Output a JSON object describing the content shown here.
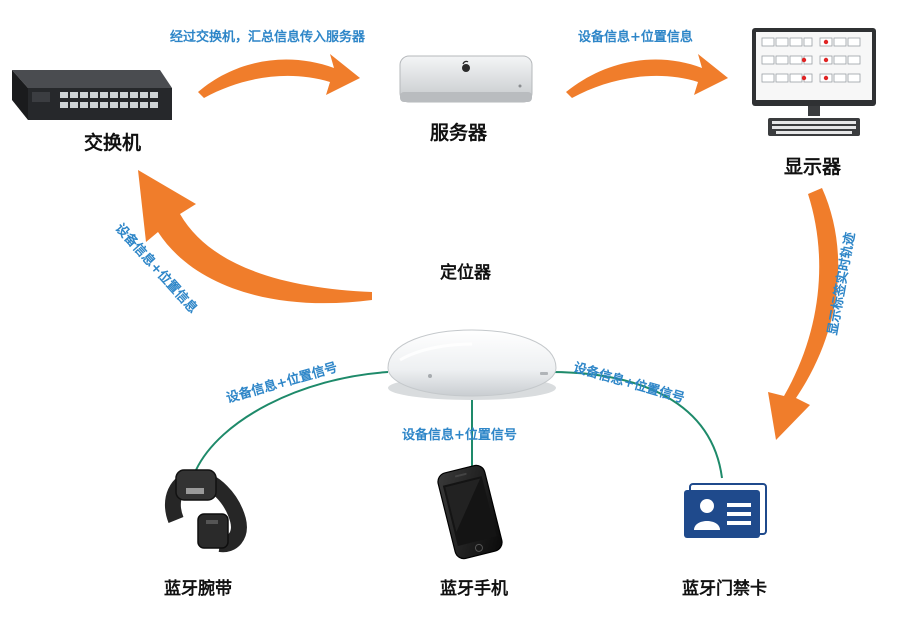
{
  "nodes": {
    "switch": "交换机",
    "server": "服务器",
    "display": "显示器",
    "locator": "定位器",
    "wristband": "蓝牙腕带",
    "phone": "蓝牙手机",
    "card": "蓝牙门禁卡"
  },
  "edges": {
    "switch_to_server": "经过交换机，汇总信息传入服务器",
    "server_to_display": "设备信息+位置信息",
    "display_to_card": "显示标签实时轨迹",
    "locator_to_switch": "设备信息+位置信息",
    "wristband_to_locator": "设备信息+位置信号",
    "phone_to_locator": "设备信息+位置信号",
    "card_to_locator": "设备信息+位置信号"
  },
  "colors": {
    "arrow": "#f07d2b",
    "link": "#1e8a6a",
    "edge_text": "#2e86c8",
    "card_blue": "#1f4a8c"
  },
  "icons": {
    "switch": "network-switch-icon",
    "server": "mini-server-icon",
    "display": "monitor-icon",
    "locator": "bluetooth-beacon-icon",
    "wristband": "wristband-icon",
    "phone": "smartphone-icon",
    "card": "id-card-icon"
  }
}
